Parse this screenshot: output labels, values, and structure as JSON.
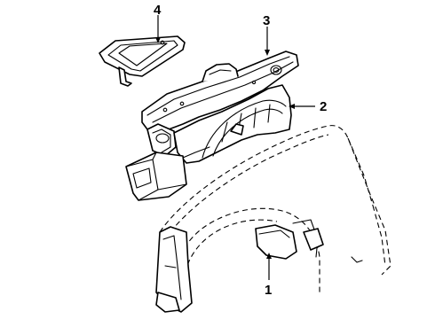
{
  "callouts": {
    "c1": "1",
    "c2": "2",
    "c3": "3",
    "c4": "4"
  },
  "parts": [
    {
      "callout": "1",
      "item": "fender"
    },
    {
      "callout": "2",
      "item": "wheel-apron"
    },
    {
      "callout": "3",
      "item": "front-rail"
    },
    {
      "callout": "4",
      "item": "battery-tray"
    }
  ],
  "colors": {
    "line": "#000000",
    "background": "#ffffff"
  }
}
